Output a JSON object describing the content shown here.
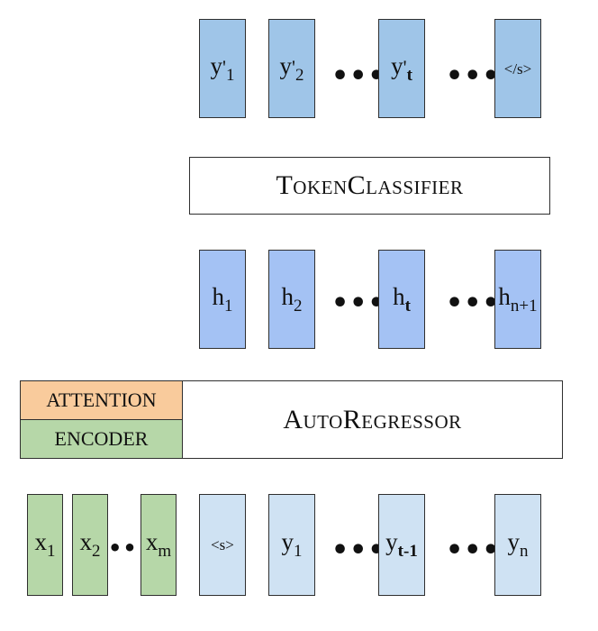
{
  "output_tokens": [
    {
      "base": "y",
      "prime": "'",
      "sub": "1",
      "bold_sub": false
    },
    {
      "base": "y",
      "prime": "'",
      "sub": "2",
      "bold_sub": false
    },
    {
      "base": "y",
      "prime": "'",
      "sub": "t",
      "bold_sub": true
    },
    {
      "label": "</s>"
    }
  ],
  "classifier_label": "TokenClassifier",
  "hidden_tokens": [
    {
      "base": "h",
      "sub": "1",
      "bold_sub": false
    },
    {
      "base": "h",
      "sub": "2",
      "bold_sub": false
    },
    {
      "base": "h",
      "sub": "t",
      "bold_sub": true
    },
    {
      "base": "h",
      "sub": "n+1",
      "bold_sub": false
    }
  ],
  "attention_label": "ATTENTION",
  "encoder_label": "ENCODER",
  "autoregressor_label": "AutoRegressor",
  "encoder_tokens": [
    {
      "base": "x",
      "sub": "1"
    },
    {
      "base": "x",
      "sub": "2"
    },
    {
      "base": "x",
      "sub": "m"
    }
  ],
  "decoder_input_tokens": [
    {
      "label": "<s>"
    },
    {
      "base": "y",
      "sub": "1",
      "bold_sub": false
    },
    {
      "base": "y",
      "sub": "t-1",
      "bold_sub": true
    },
    {
      "base": "y",
      "sub": "n",
      "bold_sub": false
    }
  ],
  "ellipsis": "•••",
  "colors": {
    "output": "#9fc5e8",
    "hidden": "#a4c2f4",
    "decoder_input": "#cfe2f3",
    "encoder": "#b6d7a8",
    "attention": "#f9cb9c",
    "border": "#2f2f2f"
  }
}
